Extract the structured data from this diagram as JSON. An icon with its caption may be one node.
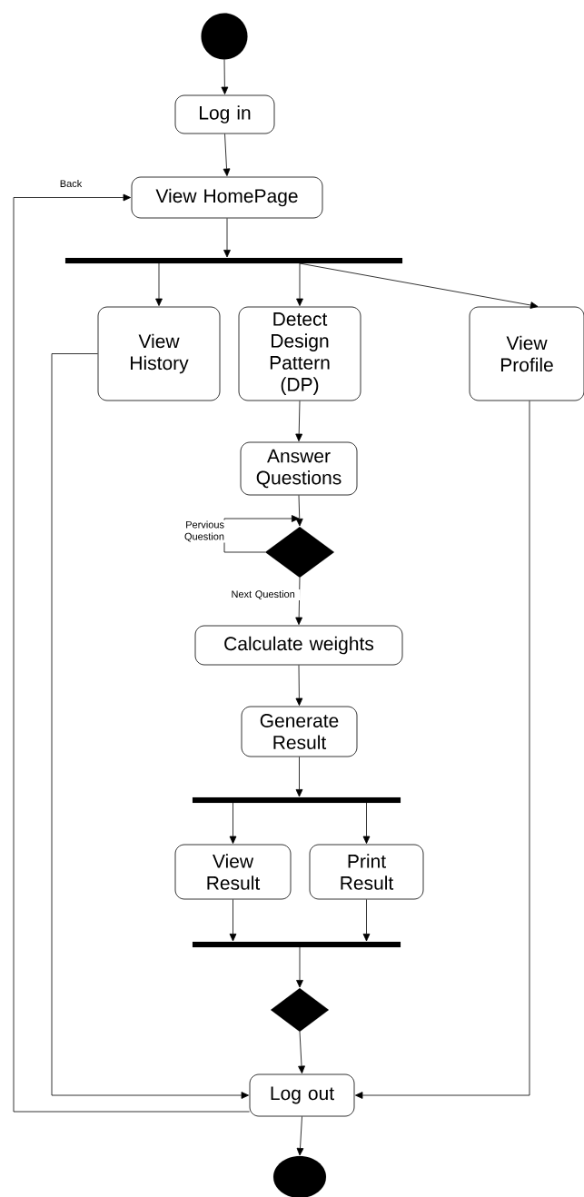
{
  "diagram": {
    "nodes": [
      {
        "text": [],
        "shape": "circle"
      },
      {
        "text": [
          "Log in"
        ]
      },
      {
        "text": [
          "View HomePage"
        ]
      },
      {
        "text": [],
        "shape": "bar"
      },
      {
        "text": [
          "View History"
        ]
      },
      {
        "text": [
          "Detect Design Pattern (DP)"
        ]
      },
      {
        "text": [
          "View Profile"
        ]
      },
      {
        "text": [
          "Answer Questions"
        ]
      },
      {
        "text": [],
        "shape": "diamond"
      },
      {
        "text": [
          "Calculate weights"
        ]
      },
      {
        "text": [
          "Generate Result"
        ]
      },
      {
        "text": [],
        "shape": "bar"
      },
      {
        "text": [
          "View Result"
        ]
      },
      {
        "text": [
          "Print Result"
        ]
      },
      {
        "text": [],
        "shape": "bar"
      },
      {
        "text": [],
        "shape": "diamond"
      },
      {
        "text": [
          "Log out"
        ]
      },
      {
        "text": [],
        "shape": "circle"
      }
    ],
    "edges": [
      {
        "from": 0,
        "to": 1,
        "arrow": "to"
      },
      {
        "from": 1,
        "to": 2,
        "arrow": "to"
      },
      {
        "from": 2,
        "to": 3,
        "arrow": "to"
      },
      {
        "from": 3,
        "to": 4,
        "arrow": "to"
      },
      {
        "from": 3,
        "to": 5,
        "arrow": "to"
      },
      {
        "from": 3,
        "to": 6,
        "arrow": "to"
      },
      {
        "from": 5,
        "to": 7,
        "arrow": "to"
      },
      {
        "from": 7,
        "to": 8,
        "arrow": "to"
      },
      {
        "from": 8,
        "to": 8,
        "arrow": "to",
        "label": "Pervious Question"
      },
      {
        "from": 8,
        "to": 9,
        "arrow": "to",
        "label": "Next Question"
      },
      {
        "from": 9,
        "to": 10,
        "arrow": "to"
      },
      {
        "from": 10,
        "to": 11,
        "arrow": "to"
      },
      {
        "from": 11,
        "to": 12,
        "arrow": "to"
      },
      {
        "from": 11,
        "to": 13,
        "arrow": "to"
      },
      {
        "from": 12,
        "to": 14,
        "arrow": "to"
      },
      {
        "from": 13,
        "to": 14,
        "arrow": "to"
      },
      {
        "from": 14,
        "to": 15,
        "arrow": "to"
      },
      {
        "from": 15,
        "to": 16,
        "arrow": "to"
      },
      {
        "from": 4,
        "to": 16,
        "arrow": "to"
      },
      {
        "from": 6,
        "to": 16,
        "arrow": "to"
      },
      {
        "from": 16,
        "to": 2,
        "arrow": "to",
        "label": "Back"
      },
      {
        "from": 16,
        "to": 17,
        "arrow": "to"
      }
    ]
  }
}
